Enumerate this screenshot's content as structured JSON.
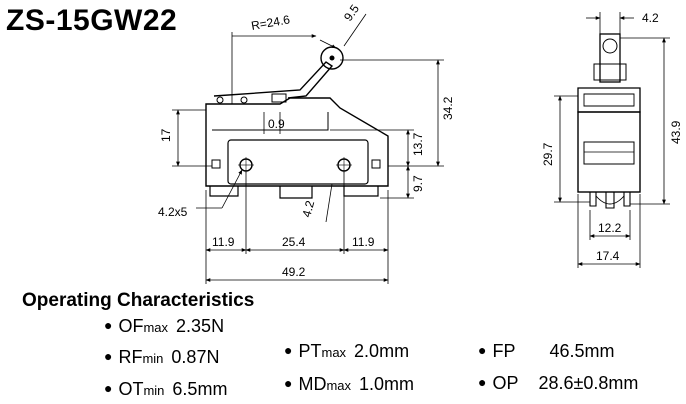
{
  "title": "ZS-15GW22",
  "section_heading": "Operating Characteristics",
  "dimensions": {
    "lever_radius": "R=24.6",
    "roller_dia": "9.5",
    "roller_width": "4.2",
    "offset_09": "0.9",
    "left_17": "17",
    "height_342": "34.2",
    "height_137": "13.7",
    "height_97": "9.7",
    "hole_dia": "4.2x5",
    "hole_pitch_42": "4.2",
    "base_119_left": "11.9",
    "pitch_254": "25.4",
    "base_119_right": "11.9",
    "length_492": "49.2",
    "height_297": "29.7",
    "height_439": "43.9",
    "width_122": "12.2",
    "width_174": "17.4"
  },
  "specs": [
    {
      "main": "OF",
      "sub": "max",
      "value": "2.35N"
    },
    {
      "main": "RF",
      "sub": "min",
      "value": "0.87N"
    },
    {
      "main": "OT",
      "sub": "min",
      "value": "6.5mm"
    },
    {
      "main": "PT",
      "sub": "max",
      "value": "2.0mm"
    },
    {
      "main": "MD",
      "sub": "max",
      "value": "1.0mm"
    },
    {
      "main": "FP",
      "sub": "",
      "value": "46.5mm"
    },
    {
      "main": "OP",
      "sub": "",
      "value": "28.6±0.8mm"
    }
  ]
}
